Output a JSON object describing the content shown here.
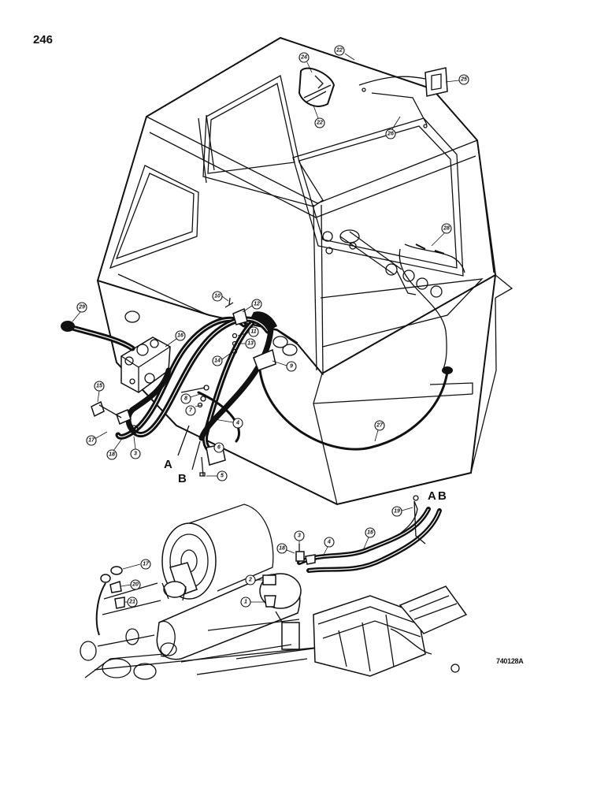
{
  "page_number": "246",
  "figure_code": "740128A",
  "connection_letters": [
    "A",
    "B"
  ],
  "callouts": [
    {
      "id": "c22a",
      "text": "22"
    },
    {
      "id": "c24",
      "text": "24"
    },
    {
      "id": "c22b",
      "text": "22"
    },
    {
      "id": "c25",
      "text": "25"
    },
    {
      "id": "c26",
      "text": "26"
    },
    {
      "id": "c28",
      "text": "28"
    },
    {
      "id": "c29",
      "text": "29"
    },
    {
      "id": "c10",
      "text": "10"
    },
    {
      "id": "c12",
      "text": "12"
    },
    {
      "id": "c11",
      "text": "11"
    },
    {
      "id": "c13",
      "text": "13"
    },
    {
      "id": "c14",
      "text": "14"
    },
    {
      "id": "c16a",
      "text": "16"
    },
    {
      "id": "c9",
      "text": "9"
    },
    {
      "id": "c8a",
      "text": "8"
    },
    {
      "id": "c7",
      "text": "7"
    },
    {
      "id": "c4a",
      "text": "4"
    },
    {
      "id": "c15",
      "text": "15"
    },
    {
      "id": "c17a",
      "text": "17"
    },
    {
      "id": "c18a",
      "text": "18"
    },
    {
      "id": "c3a",
      "text": "3"
    },
    {
      "id": "c6",
      "text": "6"
    },
    {
      "id": "c5",
      "text": "5"
    },
    {
      "id": "c27",
      "text": "27"
    },
    {
      "id": "c19",
      "text": "19"
    },
    {
      "id": "c3b",
      "text": "3"
    },
    {
      "id": "c4b",
      "text": "4"
    },
    {
      "id": "c16b",
      "text": "16"
    },
    {
      "id": "c18b",
      "text": "18"
    },
    {
      "id": "c17b",
      "text": "17"
    },
    {
      "id": "c20",
      "text": "20"
    },
    {
      "id": "c21",
      "text": "21"
    },
    {
      "id": "c2",
      "text": "2"
    },
    {
      "id": "c1",
      "text": "1"
    }
  ]
}
